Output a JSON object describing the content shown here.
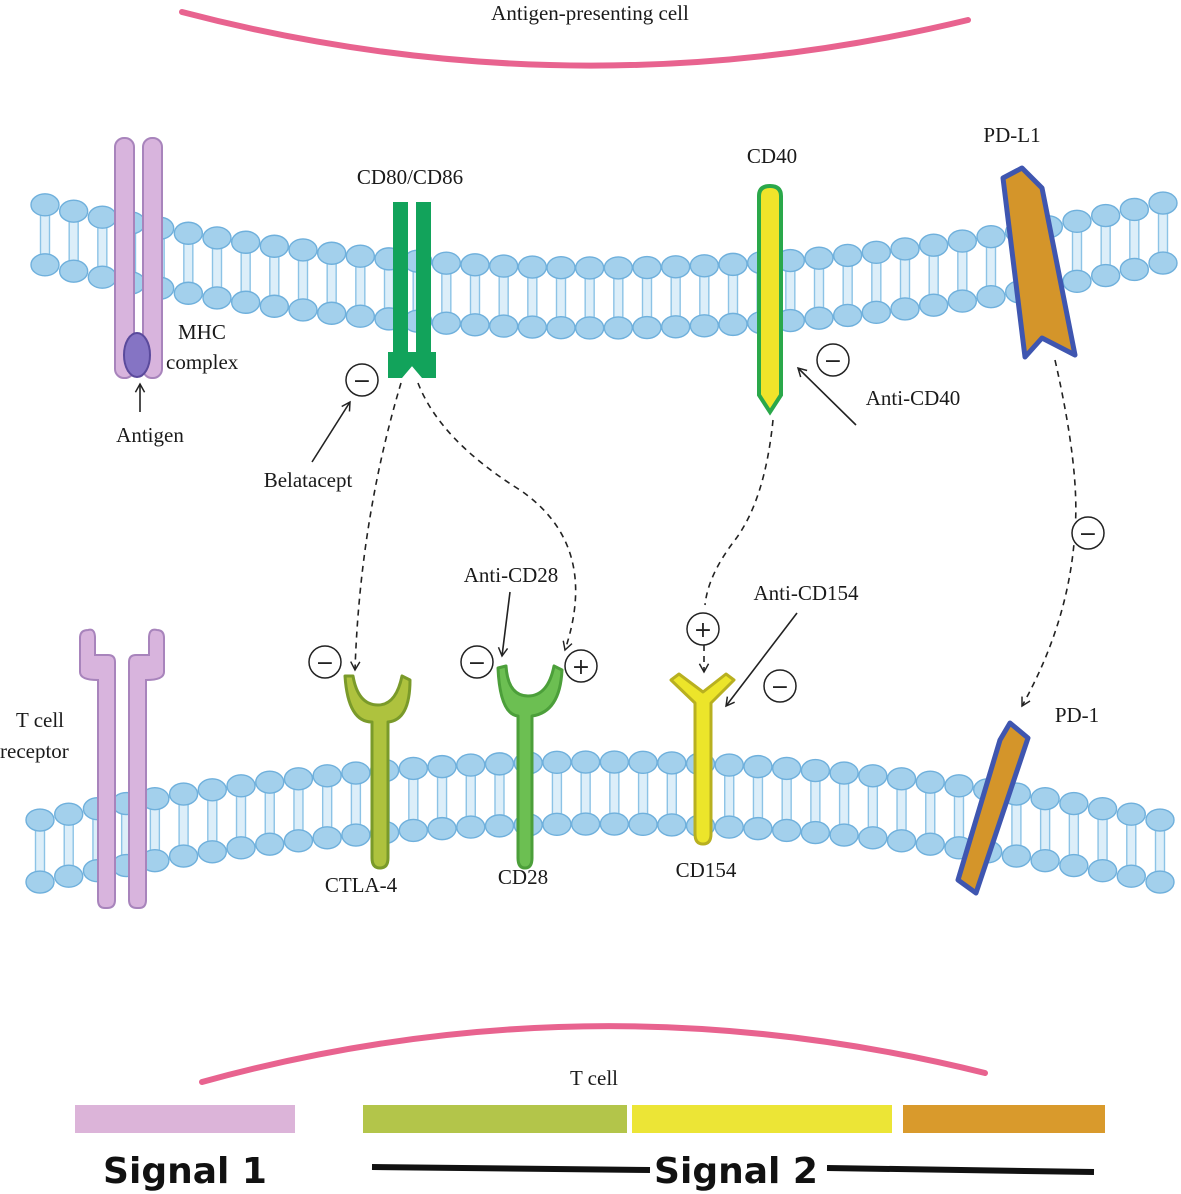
{
  "labels": {
    "apc": "Antigen-presenting cell",
    "tcell": "T cell",
    "mhc_line1": "MHC",
    "mhc_line2": "complex",
    "antigen": "Antigen",
    "cd80": "CD80/CD86",
    "cd40": "CD40",
    "pdl1": "PD-L1",
    "belatacept": "Belatacept",
    "anti_cd40": "Anti-CD40",
    "anti_cd28": "Anti-CD28",
    "anti_cd154": "Anti-CD154",
    "tcr_line1": "T cell",
    "tcr_line2": "receptor",
    "ctla4": "CTLA-4",
    "cd28": "CD28",
    "cd154": "CD154",
    "pd1": "PD-1",
    "signal1": "Signal 1",
    "signal2": "Signal 2"
  },
  "symbols": {
    "minus": "−",
    "plus": "+"
  },
  "colors": {
    "cell_arc": "#e8638f",
    "lipid_head": "#a3d0ec",
    "lipid_head_stroke": "#6fb0dc",
    "lipid_tail": "#8cc3e6",
    "mhc": "#d8b4dd",
    "mhc_stroke": "#a884bc",
    "antigen": "#8574c4",
    "cd80": "#12a35b",
    "cd40_fill": "#f0e42a",
    "cd40_stroke": "#2aa84a",
    "pdl1_fill": "#d4952a",
    "pdl1_stroke": "#3f56b0",
    "ctla4": "#aec23e",
    "cd28": "#6cbf52",
    "cd154": "#ece52a",
    "signal1_bar": "#dcb4d9",
    "signal2_bar_ctla4": "#b3c54a",
    "signal2_bar_cd154": "#ece536",
    "signal2_bar_pd": "#d99a2c"
  }
}
